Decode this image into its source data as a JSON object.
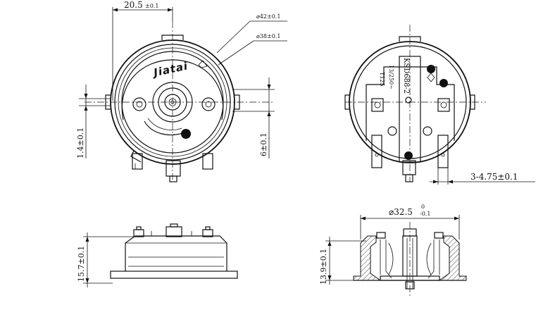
{
  "top_left_view": {
    "dim_width_value": "20.5",
    "dim_width_tol": "±0.1",
    "dim_outer_dia": "⌀42±0.1",
    "dim_inner_dia": "⌀38±0.1",
    "dim_offset_left": "1.4±0.1",
    "dim_offset_right": "6±0.1",
    "logo_text": "Jiatai"
  },
  "top_right_view": {
    "dim_terminal": "3-4.75±0.1",
    "marking_model": "KSD688-2",
    "marking_rating": "13/250~",
    "marking_temp": "T125"
  },
  "bottom_left_view": {
    "dim_height": "15.7±0.1"
  },
  "bottom_right_view": {
    "dim_dia_value": "⌀32.5",
    "dim_dia_upper": "0",
    "dim_dia_lower": "-0.1",
    "dim_height": "13.9±0.1"
  }
}
